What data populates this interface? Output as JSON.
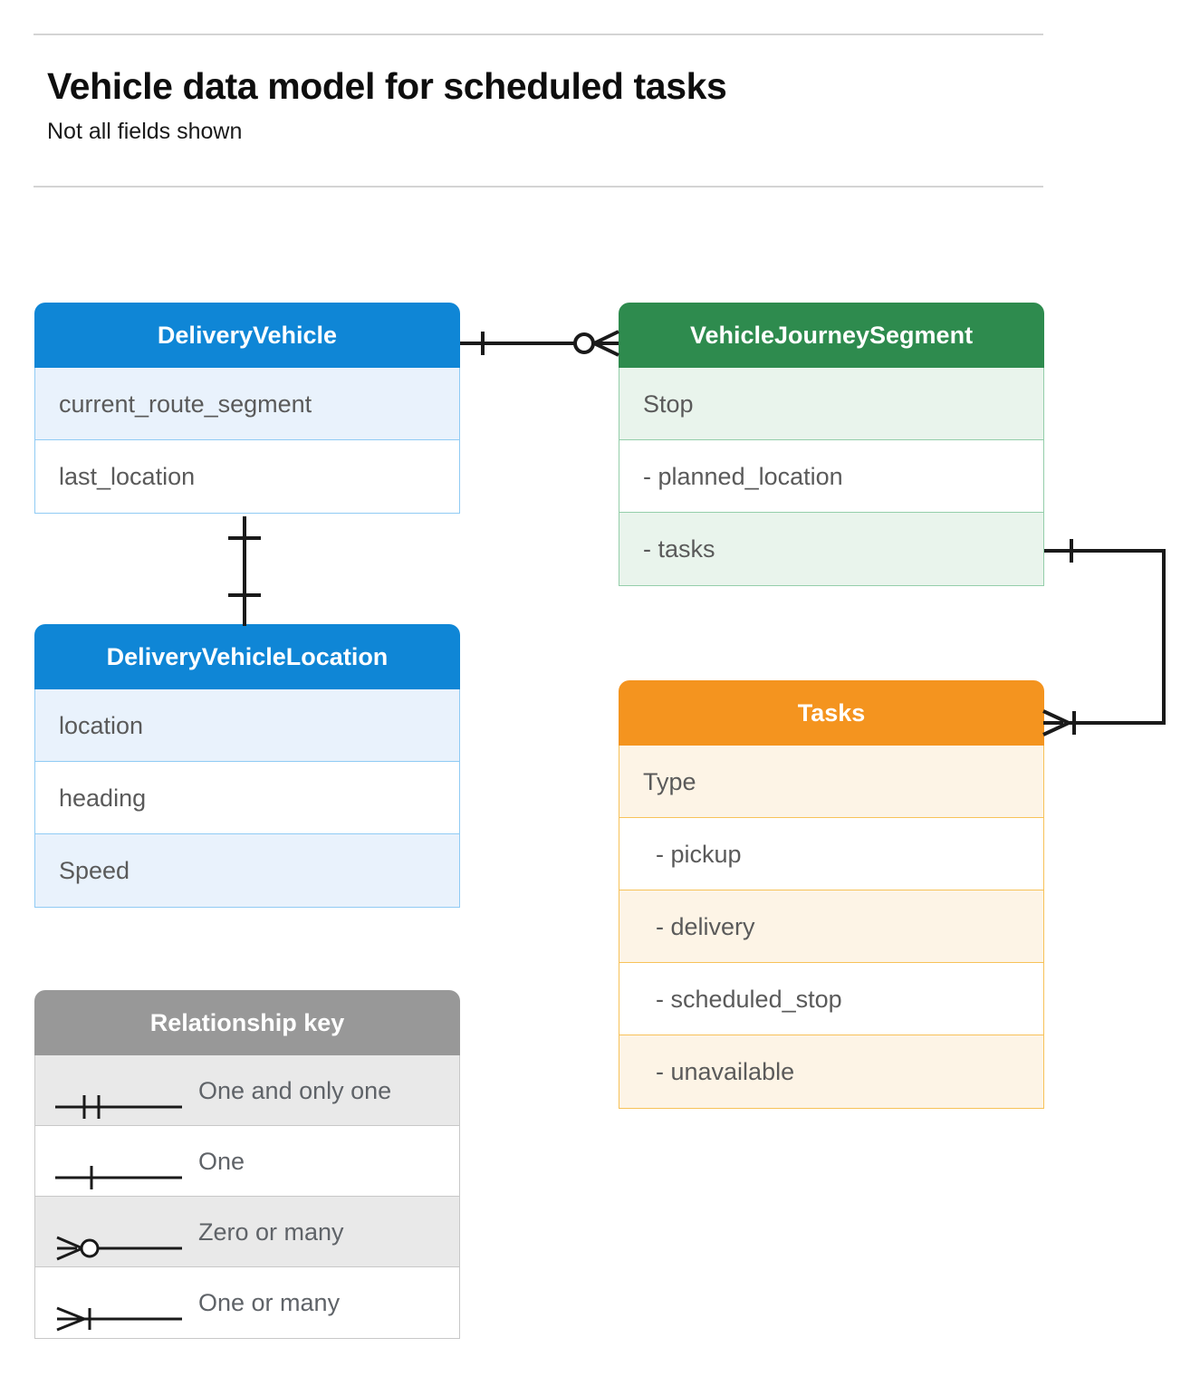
{
  "header": {
    "title": "Vehicle data model for scheduled tasks",
    "subtitle": "Not all fields shown"
  },
  "colors": {
    "blue_header": "#0f86d6",
    "blue_tint": "#e9f2fc",
    "blue_border": "#90cbf4",
    "green_header": "#2e8b4e",
    "green_tint": "#e9f4ec",
    "green_border": "#94ceaa",
    "orange_header": "#f4941f",
    "orange_tint": "#fdf4e6",
    "orange_border": "#f7c259",
    "gray_header": "#989898",
    "gray_tint": "#e9e9e9",
    "gray_border": "#c8c8c8",
    "text": "#5a5a5a",
    "line": "#1a1a1a",
    "rule": "#d4d4d4"
  },
  "entities": [
    {
      "id": "delivery-vehicle",
      "name": "DeliveryVehicle",
      "theme": "blue",
      "fields": [
        "current_route_segment",
        "last_location"
      ]
    },
    {
      "id": "vehicle-journey-segment",
      "name": "VehicleJourneySegment",
      "theme": "green",
      "fields": [
        "Stop",
        "-  planned_location",
        "- tasks"
      ]
    },
    {
      "id": "delivery-vehicle-location",
      "name": "DeliveryVehicleLocation",
      "theme": "blue",
      "fields": [
        "location",
        "heading",
        "Speed"
      ]
    },
    {
      "id": "tasks",
      "name": "Tasks",
      "theme": "orange",
      "fields": [
        "Type",
        "-  pickup",
        "-  delivery",
        "-  scheduled_stop",
        "-  unavailable"
      ]
    }
  ],
  "legend": {
    "title": "Relationship key",
    "items": [
      {
        "symbol": "one-and-only-one",
        "label": "One and only one"
      },
      {
        "symbol": "one",
        "label": "One"
      },
      {
        "symbol": "zero-or-many",
        "label": "Zero or many"
      },
      {
        "symbol": "one-or-many",
        "label": "One or many"
      }
    ]
  },
  "relationships": [
    {
      "id": "vehicle-to-journey-segment",
      "from": "DeliveryVehicle",
      "to": "VehicleJourneySegment",
      "from_cardinality": "One",
      "to_cardinality": "Zero or many"
    },
    {
      "id": "vehicle-to-vehicle-location",
      "from": "DeliveryVehicle",
      "to": "DeliveryVehicleLocation",
      "from_cardinality": "One",
      "to_cardinality": "One"
    },
    {
      "id": "journey-segment-tasks-to-tasks",
      "from": "VehicleJourneySegment.tasks",
      "to": "Tasks",
      "from_cardinality": "One",
      "to_cardinality": "One or many"
    }
  ]
}
